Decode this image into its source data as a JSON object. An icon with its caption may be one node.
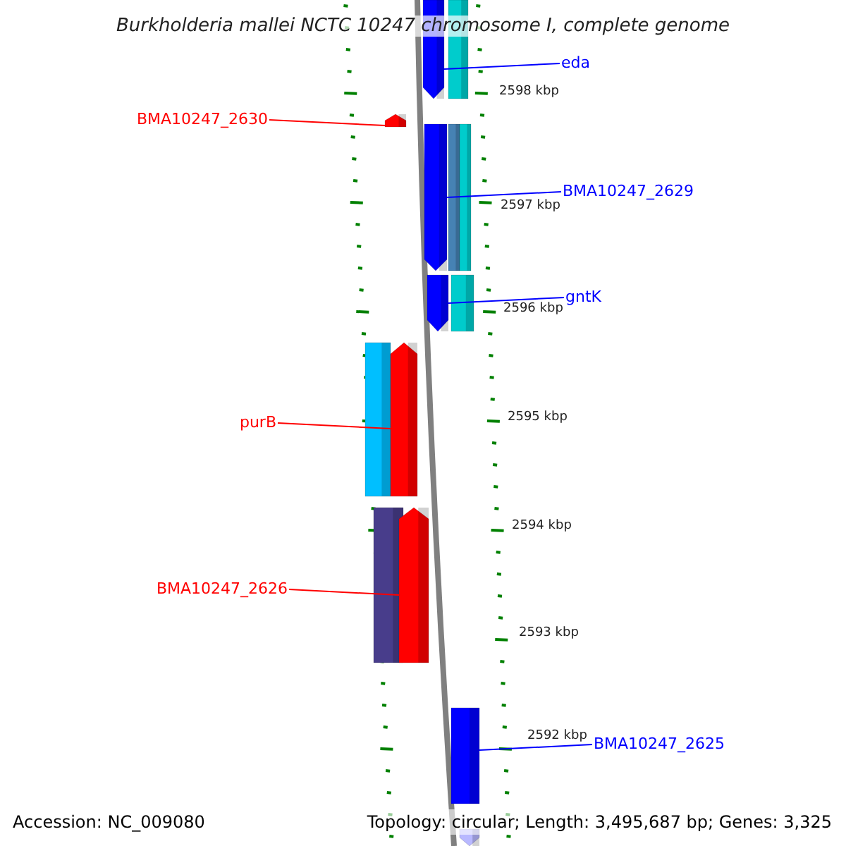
{
  "diagram": {
    "title": "Burkholderia mallei NCTC 10247 chromosome I, complete genome",
    "nodes": [
      {
        "text": [
          "eda"
        ]
      },
      {
        "text": [
          "BMA10247_2630"
        ]
      },
      {
        "text": [
          "BMA10247_2629"
        ]
      },
      {
        "text": [
          "gntK"
        ]
      },
      {
        "text": [
          "purB"
        ]
      },
      {
        "text": [
          "BMA10247_2626"
        ]
      },
      {
        "text": [
          "BMA10247_2625"
        ]
      },
      {
        "text": [],
        "shape": "arrow"
      },
      {
        "text": [],
        "shape": "bar"
      },
      {
        "text": [],
        "shape": "arrow"
      },
      {
        "text": [],
        "shape": "arrow"
      },
      {
        "text": [],
        "shape": "bar"
      },
      {
        "text": [],
        "shape": "bar"
      },
      {
        "text": [],
        "shape": "arrow"
      },
      {
        "text": [],
        "shape": "bar"
      },
      {
        "text": [],
        "shape": "bar"
      },
      {
        "text": [],
        "shape": "arrow"
      },
      {
        "text": [],
        "shape": "bar"
      },
      {
        "text": [],
        "shape": "arrow"
      },
      {
        "text": [],
        "shape": "bar"
      },
      {
        "text": [],
        "shape": "arrow"
      }
    ],
    "edges": [
      {
        "from": 0,
        "to": 7,
        "arrow": "none"
      },
      {
        "from": 1,
        "to": 9,
        "arrow": "none",
        "color": "#ff0000"
      },
      {
        "from": 2,
        "to": 10,
        "arrow": "none"
      },
      {
        "from": 3,
        "to": 13,
        "arrow": "none"
      },
      {
        "from": 4,
        "to": 16,
        "arrow": "none",
        "color": "#ff0000"
      },
      {
        "from": 5,
        "to": 18,
        "arrow": "none",
        "color": "#ff0000"
      },
      {
        "from": 6,
        "to": 19,
        "arrow": "none"
      }
    ],
    "labels": [
      "2598 kbp",
      "2597 kbp",
      "2596 kbp",
      "2595 kbp",
      "2594 kbp",
      "2593 kbp",
      "2592 kbp",
      "Accession: NC_009080",
      "Topology: circular; Length: 3,495,687 bp; Genes: 3,325"
    ]
  }
}
